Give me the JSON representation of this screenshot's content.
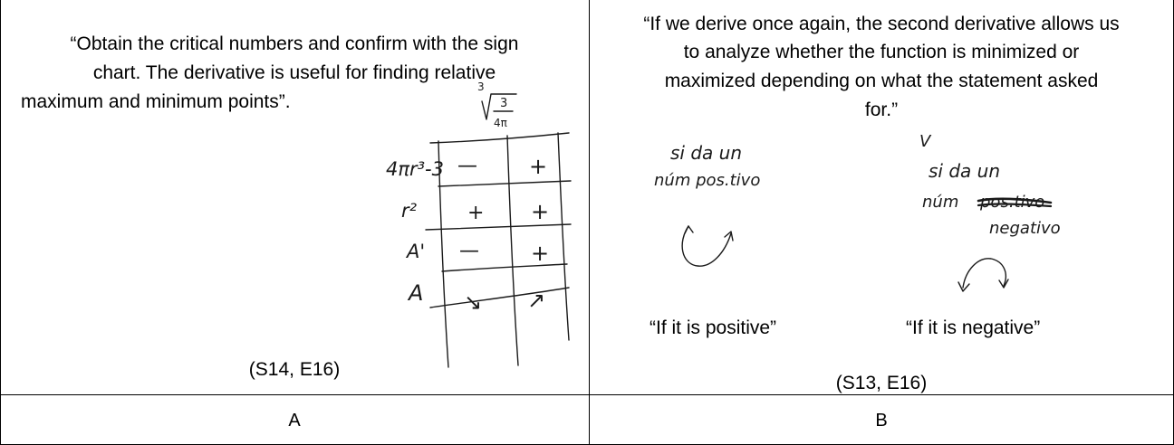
{
  "cell_a": {
    "quote": "“Obtain the critical numbers and confirm with the sign chart. The derivative is useful for finding relative maximum and minimum points”.",
    "quote_lines": [
      "“Obtain the critical numbers and confirm with the sign",
      "chart. The derivative is useful for finding relative",
      "maximum and minimum points”."
    ],
    "handwritten": {
      "critical_value": "∛(3/4π)",
      "root_index": "3",
      "numerator": "3",
      "denominator": "4π",
      "sign_chart": {
        "rows": [
          {
            "label": "4πr³-3",
            "signs": [
              "—",
              "+"
            ]
          },
          {
            "label": "r²",
            "signs": [
              "+",
              "+"
            ]
          },
          {
            "label": "A'",
            "signs": [
              "—",
              "+"
            ]
          },
          {
            "label": "A",
            "signs": [
              "↘",
              "↗"
            ]
          }
        ]
      }
    },
    "citation": "(S14, E16)",
    "label": "A"
  },
  "cell_b": {
    "quote": "“If we derive once again, the second derivative allows us to analyze whether the function is minimized or maximized depending on what the statement asked for.”",
    "quote_lines": [
      "“If we derive once again, the second derivative allows us",
      "to analyze whether the function is minimized or",
      "maximized depending on what the statement asked",
      "for.”"
    ],
    "handwritten": {
      "left_note": [
        "si da un",
        "núm pos.tivo"
      ],
      "right_mark": "V",
      "right_note": [
        "si da un",
        "núm",
        "negativo"
      ],
      "left_caption_icon": "concave-up-arrow-icon",
      "right_caption_icon": "concave-down-arrow-icon"
    },
    "positive_caption": "“If it is positive”",
    "negative_caption": "“If it is negative”",
    "citation": "(S13, E16)",
    "label": "B"
  }
}
